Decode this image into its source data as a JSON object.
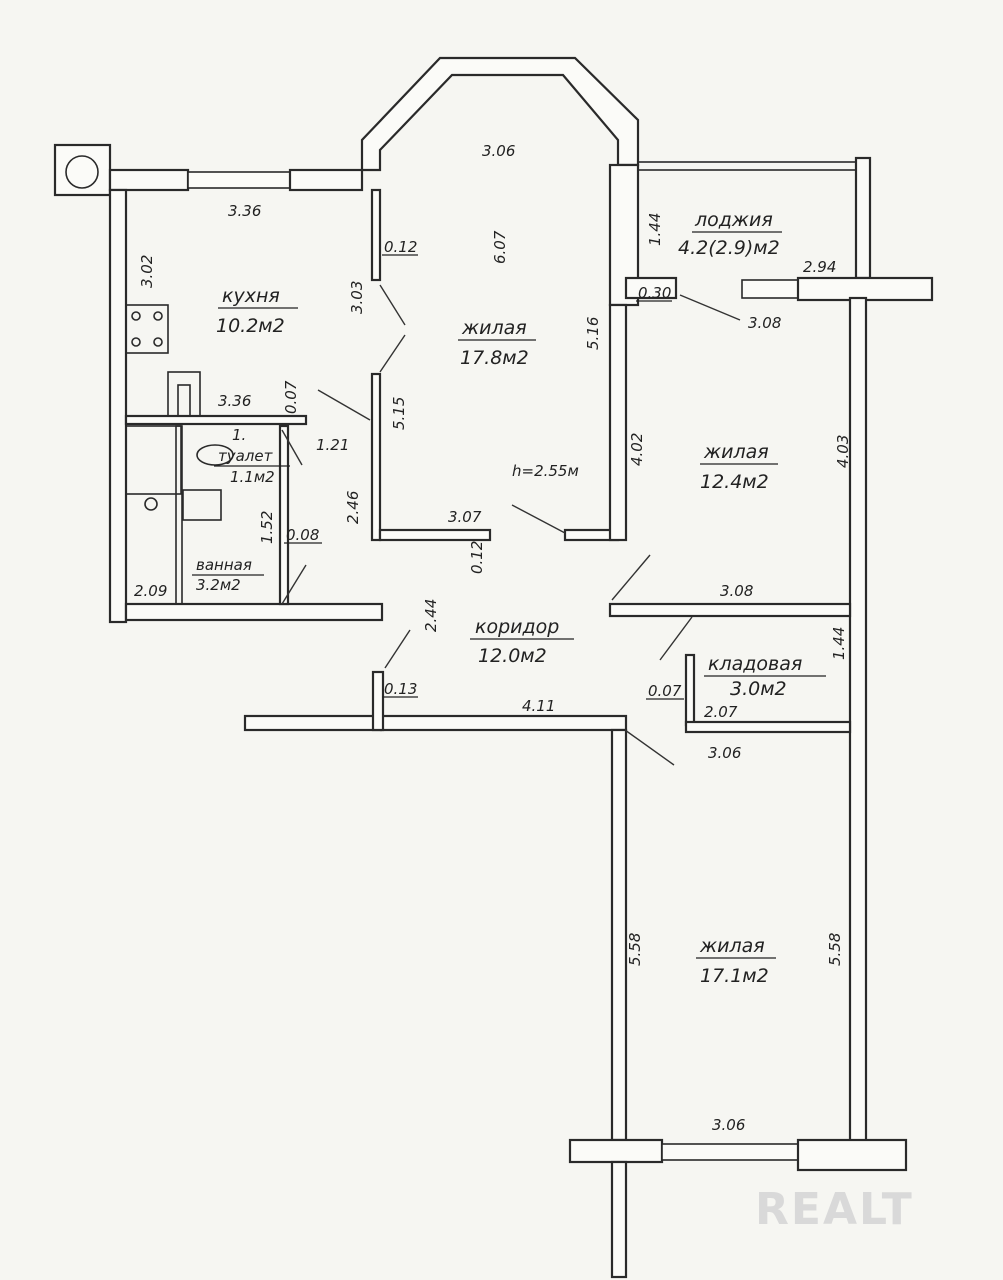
{
  "rooms": {
    "kitchen": {
      "name": "кухня",
      "area": "10.2м2"
    },
    "living1": {
      "name": "жилая",
      "area": "17.8м2"
    },
    "loggia": {
      "name": "лоджия",
      "area": "4.2(2.9)м2"
    },
    "living2": {
      "name": "жилая",
      "area": "12.4м2"
    },
    "toilet": {
      "name": "туалет",
      "area": "1.1м2"
    },
    "bath": {
      "name": "ванная",
      "area": "3.2м2"
    },
    "corridor": {
      "name": "коридор",
      "area": "12.0м2"
    },
    "storage": {
      "name": "кладовая",
      "area": "3.0м2"
    },
    "living3": {
      "name": "жилая",
      "area": "17.1м2"
    }
  },
  "ceiling_height": "h=2.55м",
  "dimensions": {
    "d1": "3.06",
    "d2": "3.36",
    "d3": "3.02",
    "d4": "0.12",
    "d5": "6.07",
    "d6": "3.03",
    "d7": "1.44",
    "d8": "2.94",
    "d9": "0.30",
    "d10": "3.08",
    "d11": "5.16",
    "d12": "3.36",
    "d13": "0.07",
    "d14": "5.15",
    "d15": "1.21",
    "d16": "4.02",
    "d17": "4.03",
    "d18": "1.52",
    "d19": "0.08",
    "d20": "2.46",
    "d21": "3.07",
    "d22": "0.12",
    "d23": "2.09",
    "d24": "2.44",
    "d25": "3.08",
    "d26": "1.44",
    "d27": "0.13",
    "d28": "4.11",
    "d29": "0.07",
    "d30": "2.07",
    "d31": "3.06",
    "d32": "5.58",
    "d33": "5.58",
    "d34": "3.06",
    "d35": "1."
  },
  "watermark": "REALT"
}
